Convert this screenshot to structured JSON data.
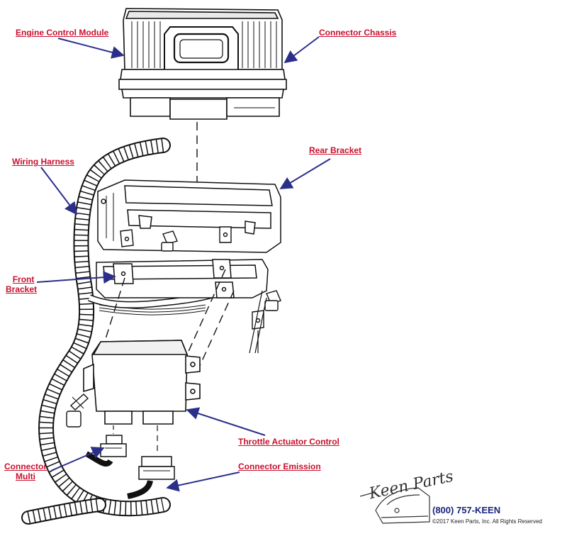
{
  "labels": {
    "ecm": "Engine Control Module",
    "connector_chassis": "Connector Chassis",
    "wiring_harness": "Wiring Harness",
    "rear_bracket": "Rear Bracket",
    "front_bracket_line1": "Front",
    "front_bracket_line2": "Bracket",
    "throttle_actuator": "Throttle Actuator Control",
    "connector_multi_line1": "Connector",
    "connector_multi_line2": "Multi",
    "connector_emission": "Connector Emission"
  },
  "footer": {
    "logo": "Keen Parts",
    "phone": "(800) 757-KEEN",
    "copyright": "©2017 Keen Parts, Inc. All Rights Reserved"
  },
  "colors": {
    "label_red": "#c8102e",
    "arrow_navy": "#2b2f8a",
    "line_art": "#111111"
  }
}
